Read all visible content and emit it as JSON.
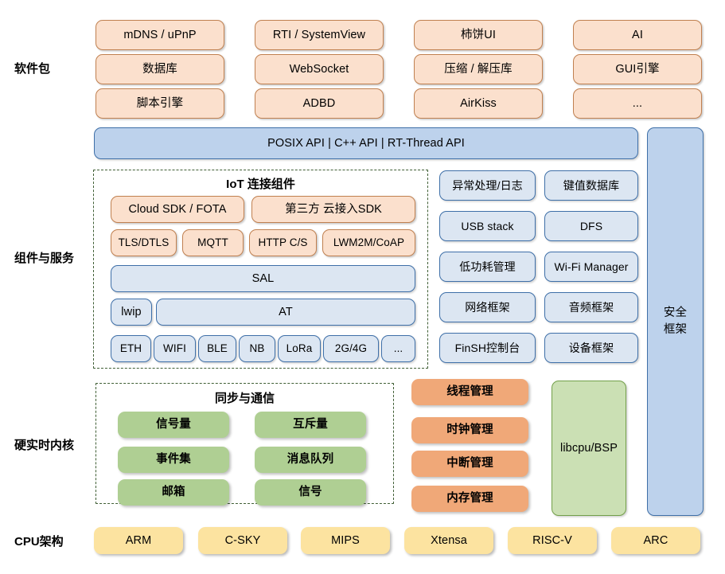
{
  "diagram": {
    "title": "RT-Thread Software Architecture",
    "colors": {
      "peach": "#FBE0CD",
      "peach_border": "#C08050",
      "blue": "#DCE6F2",
      "blue_strong": "#BDD2EC",
      "blue_border": "#3E6FA8",
      "green": "#AFCF93",
      "green_outline": "#CBE0B4",
      "green_border": "#73A04A",
      "orange": "#F0A878",
      "yellow": "#FCE3A0",
      "dash_border": "#3F5E34",
      "background": "#FFFFFF"
    }
  },
  "row_labels": {
    "software_packages": "软件包",
    "components_and_services": "组件与服务",
    "hard_realtime_kernel": "硬实时内核",
    "cpu_architecture": "CPU架构"
  },
  "software_packages": {
    "columns": [
      [
        "mDNS / uPnP",
        "数据库",
        "脚本引擎"
      ],
      [
        "RTI / SystemView",
        "WebSocket",
        "ADBD"
      ],
      [
        "柿饼UI",
        "压缩 / 解压库",
        "AirKiss"
      ],
      [
        "AI",
        "GUI引擎",
        "..."
      ]
    ]
  },
  "api_bar": {
    "label": "POSIX API  |  C++ API  |  RT-Thread API"
  },
  "security_framework": {
    "label": "安全\n框架"
  },
  "iot_group": {
    "title": "IoT 连接组件",
    "row_cloud": [
      "Cloud SDK / FOTA",
      "第三方 云接入SDK"
    ],
    "row_protocols": [
      "TLS/DTLS",
      "MQTT",
      "HTTP C/S",
      "LWM2M/CoAP"
    ],
    "sal": "SAL",
    "row_at": [
      "lwip",
      "AT"
    ],
    "row_links": [
      "ETH",
      "WIFI",
      "BLE",
      "NB",
      "LoRa",
      "2G/4G",
      "..."
    ]
  },
  "services_grid": {
    "left_column": [
      "异常处理/日志",
      "USB stack",
      "低功耗管理",
      "网络框架",
      "FinSH控制台"
    ],
    "right_column": [
      "键值数据库",
      "DFS",
      "Wi-Fi Manager",
      "音频框架",
      "设备框架"
    ]
  },
  "kernel": {
    "sync_group_title": "同步与通信",
    "sync_left": [
      "信号量",
      "事件集",
      "邮箱"
    ],
    "sync_right": [
      "互斥量",
      "消息队列",
      "信号"
    ],
    "management": [
      "线程管理",
      "时钟管理",
      "中断管理",
      "内存管理"
    ],
    "libcpu": "libcpu/BSP"
  },
  "cpu_architectures": [
    "ARM",
    "C-SKY",
    "MIPS",
    "Xtensa",
    "RISC-V",
    "ARC"
  ]
}
